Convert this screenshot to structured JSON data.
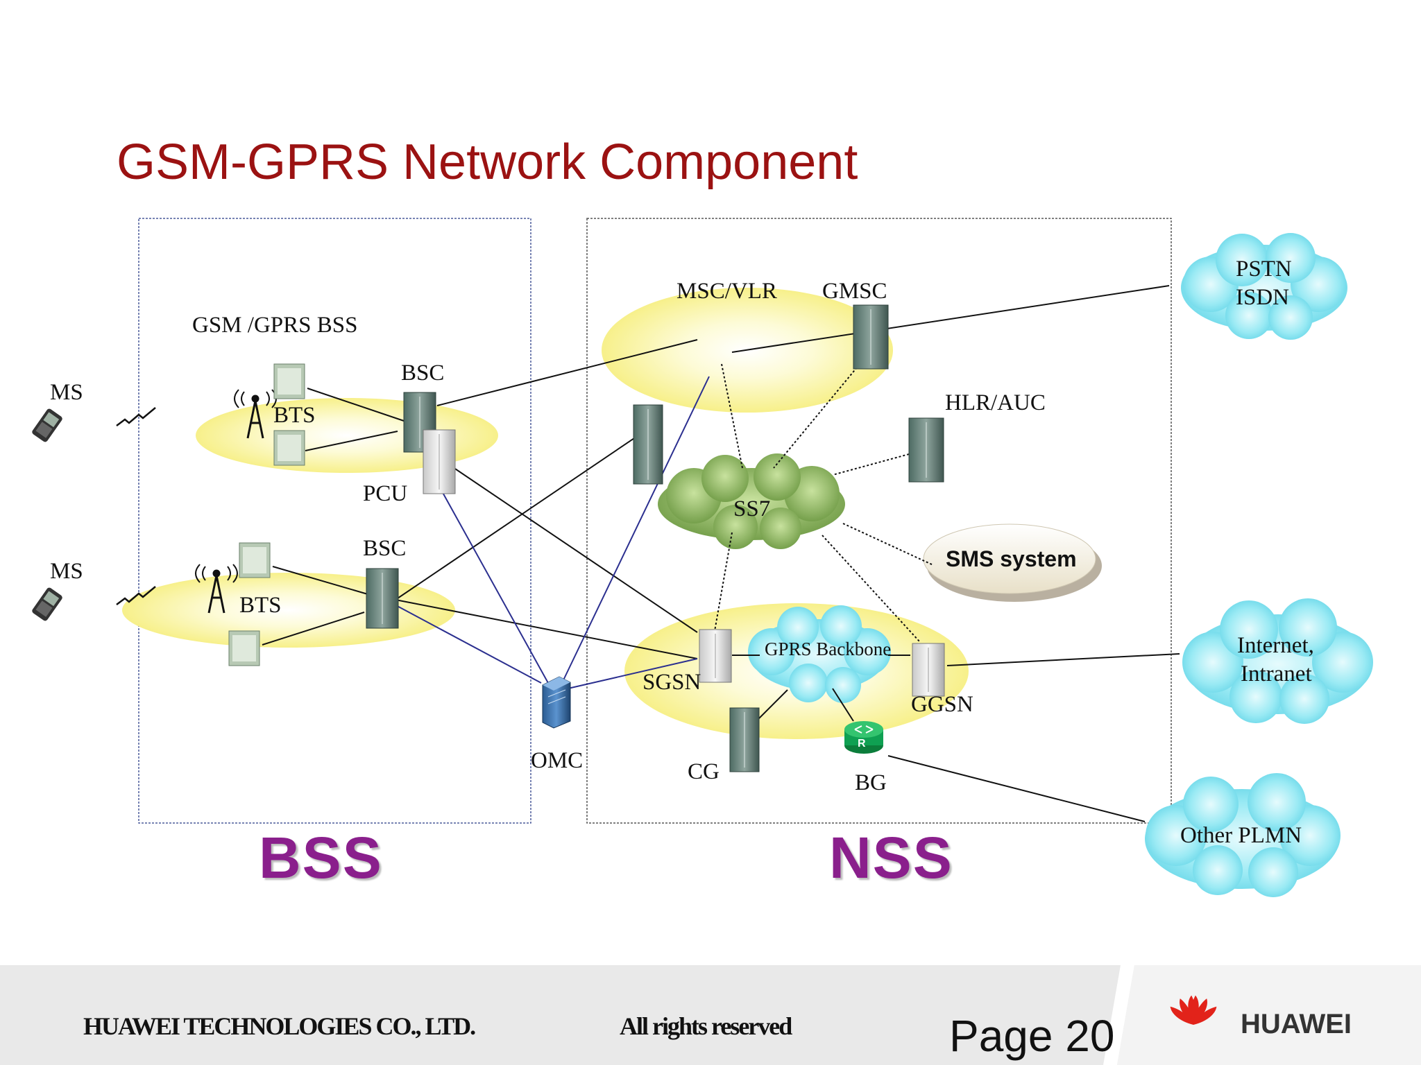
{
  "title": "GSM-GPRS Network Component",
  "regions": {
    "bss": "BSS",
    "nss": "NSS"
  },
  "labels": {
    "bss_group": "GSM /GPRS  BSS",
    "ms_top": "MS",
    "ms_bottom": "MS",
    "bts_top": "BTS",
    "bts_bottom": "BTS",
    "bsc_top": "BSC",
    "bsc_bottom": "BSC",
    "pcu": "PCU",
    "omc": "OMC",
    "msc_vlr": "MSC/VLR",
    "gmsc": "GMSC",
    "hlr_auc": "HLR/AUC",
    "ss7": "SS7",
    "sms_system": "SMS system",
    "gprs_backbone": "GPRS Backbone",
    "sgsn": "SGSN",
    "ggsn": "GGSN",
    "cg": "CG",
    "bg": "BG",
    "router_glyph": "R",
    "pstn": "PSTN",
    "isdn": "ISDN",
    "internet": "Internet,",
    "intranet": "Intranet",
    "other_plmn": "Other PLMN"
  },
  "footer": {
    "company": "HUAWEI TECHNOLOGIES CO., LTD.",
    "rights": "All rights reserved",
    "page": "Page 20",
    "brand": "HUAWEI"
  },
  "colors": {
    "title": "#9b1212",
    "region_label": "#8a1f8c",
    "yellow_halo": "#fbf7a6",
    "cloud_cyan": "#8fe8f2",
    "ss7_green": "#9cbf6a",
    "link_black": "#111111",
    "link_blue": "#2b2f8f",
    "brand_red": "#e2231a"
  }
}
